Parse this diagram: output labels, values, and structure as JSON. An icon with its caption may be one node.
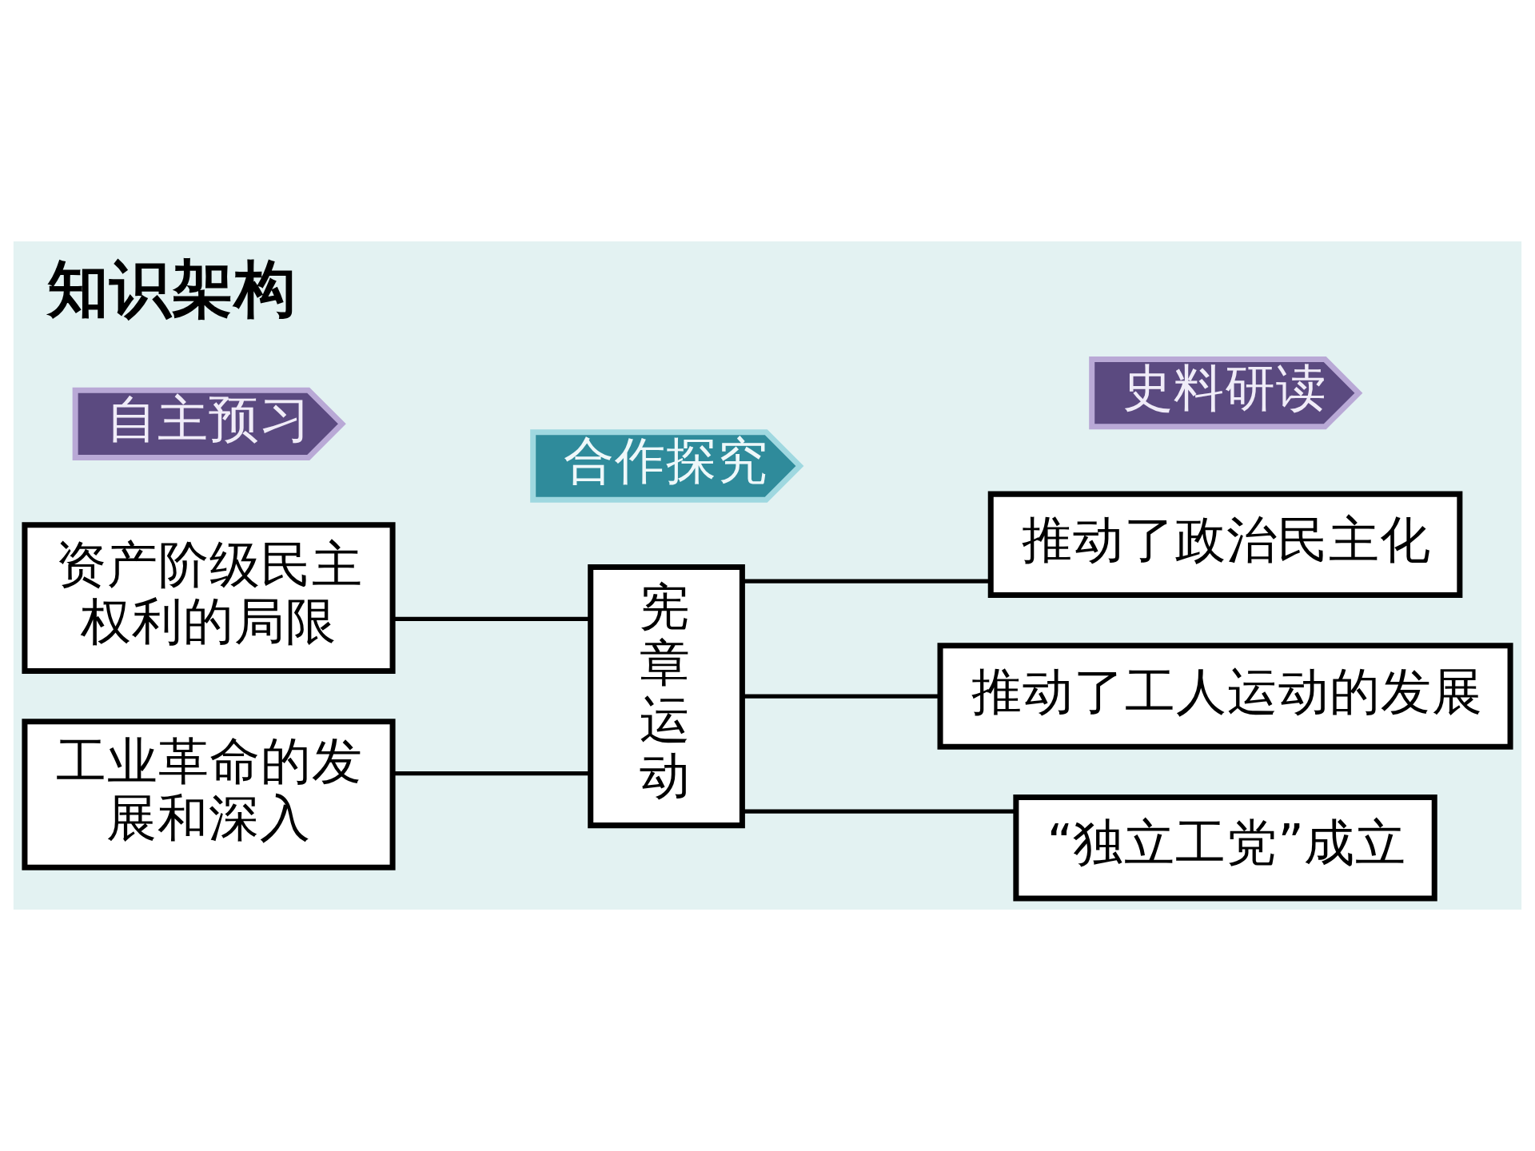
{
  "diagram": {
    "title": "知识架构",
    "nodes": [
      {
        "text": [
          "自主预习"
        ]
      },
      {
        "text": [
          "合作探究"
        ]
      },
      {
        "text": [
          "史料研读"
        ]
      },
      {
        "text": [
          "资产阶级民主权利的局限"
        ]
      },
      {
        "text": [
          "工业革命的发展和深入"
        ]
      },
      {
        "text": [
          "宪章运动"
        ]
      },
      {
        "text": [
          "推动了政治民主化"
        ]
      },
      {
        "text": [
          "推动了工人运动的发展"
        ]
      },
      {
        "text": [
          "“独立工党”成立"
        ]
      }
    ],
    "edges": [
      {
        "from": 3,
        "to": 5,
        "arrow": "none"
      },
      {
        "from": 4,
        "to": 5,
        "arrow": "none"
      },
      {
        "from": 5,
        "to": 6,
        "arrow": "none"
      },
      {
        "from": 5,
        "to": 7,
        "arrow": "none"
      },
      {
        "from": 5,
        "to": 8,
        "arrow": "none"
      }
    ]
  }
}
